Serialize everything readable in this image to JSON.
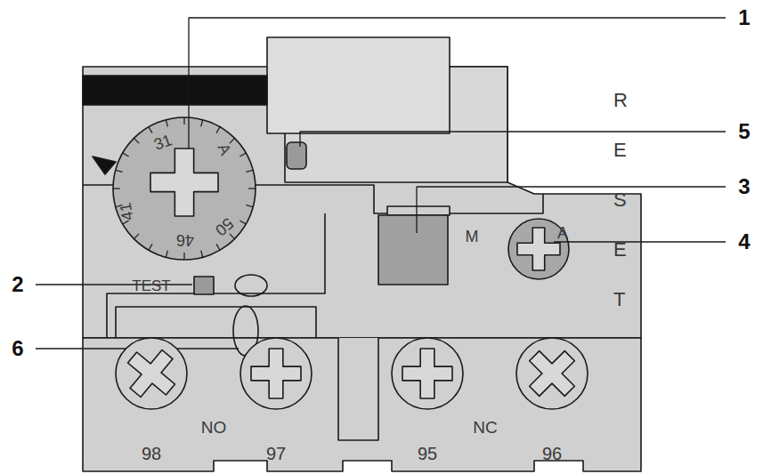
{
  "diagram": {
    "labels": [
      "1",
      "5",
      "3",
      "4",
      "2",
      "6",
      "TEST",
      "M",
      "A",
      "RESET",
      "31",
      "A",
      "41",
      "46",
      "50",
      "98",
      "NO",
      "97",
      "95",
      "NC",
      "96"
    ]
  }
}
